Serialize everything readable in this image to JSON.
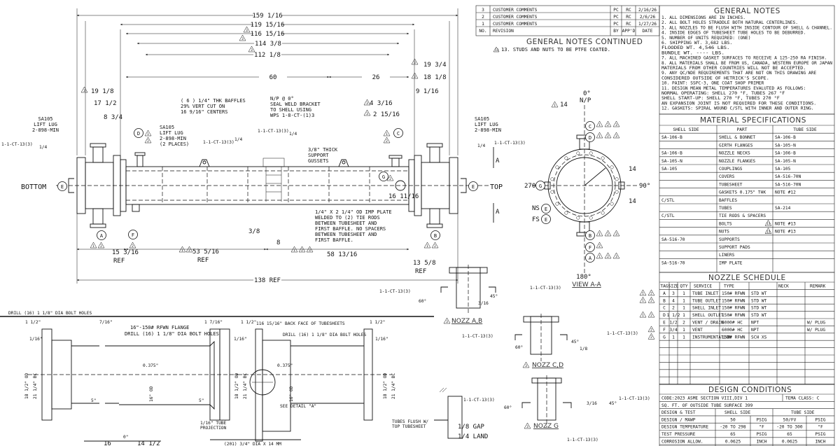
{
  "revisions": {
    "rows": [
      {
        "no": "3",
        "desc": "CUSTOMER COMMENTS",
        "by": "PC",
        "appd": "RC",
        "date": "2/16/26"
      },
      {
        "no": "2",
        "desc": "CUSTOMER COMMENTS",
        "by": "PC",
        "appd": "RC",
        "date": "2/6/26"
      },
      {
        "no": "1",
        "desc": "CUSTOMER COMMENTS",
        "by": "PC",
        "appd": "RC",
        "date": "1/27/26"
      }
    ],
    "header": {
      "no": "NO.",
      "desc": "REVISION",
      "by": "BY",
      "appd": "APP'D",
      "date": "DATE"
    }
  },
  "general_notes": {
    "title": "GENERAL NOTES",
    "lines": [
      "1. ALL DIMENSIONS ARE IN INCHES.",
      "2. ALL BOLT HOLES STRADDLE BOTH NATURAL CENTERLINES.",
      "3. ALL NOZZLES TO BE FLUSH WITH INSIDE CONTOUR OF SHELL & CHANNEL.",
      "4. INSIDE EDGES OF TUBESHEET TUBE HOLES TO BE DEBURRED.",
      "5. NUMBER OF UNITS REQUIRED: (ONE)",
      "6. SHIPPING WT. 3,682  LBS.",
      "   FLOODED WT. 4,546  LBS.",
      "   BUNDLE WT. ----  LBS.",
      "7. ALL MACHINED GASKET SURFACES TO RECEIVE A 125-250 RA FINISH.",
      "8. ALL MATERIALS SHALL BE FROM US, CANADA, WESTERN EUROPE OR JAPAN",
      "   MATERIALS FROM OTHER COUNTRIES WILL NOT BE ACCEPTED.",
      "9. ANY QC/NDE REQUIREMENTS THAT ARE NOT ON THIS DRAWING ARE",
      "   CONSIDERED OUTSIDE OF HETRICK'S SCOPE.",
      "10. PAINT: SSPC-3, ONE COAT SHOP PRIMER",
      "11. DESIGN MEAN METAL TEMPERATURES EVALUTED AS FOLLOWS:",
      "   NORMAL OPERATING: SHELL 270 °F, TUBES 267 °F",
      "   SHELL START-UP: SHELL 270 °F, TUBES 270 °F",
      "   AN EXPANSION JOINT IS NOT REQUIRED FOR THESE CONDITIONS.",
      "12. GASKETS: SPIRAL WOUND C/STL WITH INNER AND OUTER RING."
    ]
  },
  "general_notes_continued": {
    "title": "GENERAL NOTES CONTINUED",
    "line": "13. STUDS AND NUTS TO BE PTFE COATED."
  },
  "material_specs": {
    "title": "MATERIAL SPECIFICATIONS",
    "headers": [
      "SHELL SIDE",
      "PART",
      "TUBE SIDE"
    ],
    "rows": [
      [
        "SA-106-B",
        "SHELL & BONNET",
        "SA-106-B"
      ],
      [
        "",
        "GIRTH FLANGES",
        "SA-105-N"
      ],
      [
        "SA-106-B",
        "NOZZLE NECKS",
        "SA-106-B"
      ],
      [
        "SA-105-N",
        "NOZZLE FLANGES",
        "SA-105-N"
      ],
      [
        "SA-105",
        "COUPLINGS",
        "SA-105"
      ],
      [
        "",
        "COVERS",
        "SA-516-70N"
      ],
      [
        "",
        "TUBESHEET",
        "SA-516-70N"
      ],
      [
        "",
        "GASKETS  0.175\" THK",
        "NOTE #12"
      ],
      [
        "C/STL",
        "BAFFLES",
        ""
      ],
      [
        "",
        "TUBES",
        "SA-214"
      ],
      [
        "C/STL",
        "TIE RODS & SPACERS",
        ""
      ],
      [
        "",
        "BOLTS",
        "NOTE #13"
      ],
      [
        "",
        "NUTS",
        "NOTE #13"
      ],
      [
        "SA-516-70",
        "SUPPORTS",
        ""
      ],
      [
        "",
        "SUPPORT PADS",
        ""
      ],
      [
        "",
        "LINERS",
        ""
      ],
      [
        "SA-516-70",
        "IMP PLATE",
        ""
      ]
    ]
  },
  "nozzle_schedule": {
    "title": "NOZZLE SCHEDULE",
    "headers": [
      "TAG",
      "SIZE",
      "QTY",
      "SERVICE",
      "TYPE",
      "NECK",
      "REMARK"
    ],
    "rows": [
      [
        "A",
        "3",
        "1",
        "TUBE INLET",
        "150# RFWN",
        "STD WT",
        ""
      ],
      [
        "B",
        "4",
        "1",
        "TUBE OUTLET",
        "150# RFWN",
        "STD WT",
        ""
      ],
      [
        "C",
        "2",
        "1",
        "SHELL INLET",
        "150# RFWN",
        "STD WT",
        ""
      ],
      [
        "D",
        "1 1/2",
        "1",
        "SHELL OUTLET",
        "150# RFWN",
        "STD WT",
        ""
      ],
      [
        "E",
        "1/2",
        "2",
        "VENT / DRAIN",
        "6000# HC",
        "NPT",
        "W/ PLUG"
      ],
      [
        "F",
        "3/4",
        "1",
        "VENT",
        "6000# HC",
        "NPT",
        "W/ PLUG"
      ],
      [
        "G",
        "1",
        "1",
        "INSTRUMENTATION",
        "150# RFWN",
        "SCH XS",
        ""
      ]
    ]
  },
  "design_conditions": {
    "title": "DESIGN CONDITIONS",
    "code": "CODE:2023 ASME SECTION VIII,DIV 1",
    "tema": "TEMA CLASS: C",
    "surface": "SQ. FT. OF OUTSIDE TUBE SURFACE  399",
    "headers": [
      "DESIGN & TEST",
      "SHELL SIDE",
      "TUBE SIDE"
    ],
    "rows": [
      [
        "DESIGN / MAWP",
        "50",
        "PSIG",
        "50/FV",
        "PSIG"
      ],
      [
        "DESIGN TEMPERATURE",
        "-20 TO 298",
        "°F",
        "-20 TO 300",
        "°F"
      ],
      [
        "TEST PRESSURE",
        "65",
        "PSIG",
        "65",
        "PSIG"
      ],
      [
        "CORROSION ALLOW.",
        "0.0625",
        "INCH",
        "0.0625",
        "INCH"
      ]
    ]
  },
  "main_view": {
    "dims_top": [
      "159 1/16",
      "119 15/16",
      "116 15/16",
      "114 3/8",
      "112 1/8",
      "60",
      "26"
    ],
    "left_dims": [
      "19 1/8",
      "17 1/2",
      "8 3/4"
    ],
    "right_dims": [
      "19 3/4",
      "18 1/8",
      "9 1/16"
    ],
    "mid_dims": [
      "4 3/16",
      "2 15/16"
    ],
    "bottom_label": "BOTTOM",
    "top_label": "TOP",
    "baffles_note": [
      "( 6 )  1/4\" THK BAFFLES",
      "29% VERT  CUT ON",
      "16 9/16\" CENTERS"
    ],
    "np_note": [
      "N/P @ 0°",
      "SEAL WELD BRACKET",
      "TO SHELL USING",
      "WPS 1-8-CT-(1)3"
    ],
    "lift_lug_left": [
      "SA105",
      "LIFT LUG",
      "2-898-MIN"
    ],
    "lift_lug_mid": [
      "SA105",
      "LIFT LUG",
      "2-898-MIN",
      "(2 PLACES)"
    ],
    "lift_lug_right": [
      "SA105",
      "LIFT LUG",
      "2-898-MIN"
    ],
    "support_gussets": [
      "3/8\" THICK",
      "SUPPORT",
      "GUSSETS"
    ],
    "imp_plate": [
      "1/4\" X 2 1/4\" OD IMP PLATE",
      "WELDED TO (2) TIE RODS",
      "BETWEEN TUBESHEET AND",
      "FIRST BAFFLE. NO SPACERS",
      "BETWEEN TUBESHEET AND",
      "FIRST BAFFLE."
    ],
    "weld_ref": "1-1-CT-13(3)",
    "weld_size": "1/4",
    "dim_16_11": "16 11/16",
    "dim_3_8": "3/8",
    "dim_8": "8",
    "bottom_dims": [
      "15 3/16",
      "REF",
      "53 5/16",
      "REF",
      "58 13/16",
      "13 5/8",
      "REF"
    ],
    "overall": "138 REF",
    "section_mark": "A"
  },
  "view_aa": {
    "label": "VIEW A-A",
    "angle_top": "0°",
    "np": "N/P",
    "angle_right": "90°",
    "angle_left": "270°",
    "angle_bottom": "180°",
    "dim_14a": "14",
    "dim_14b": "14",
    "dim_14c": "14",
    "ns": "NS",
    "fs": "FS"
  },
  "nozzle_details": {
    "ab": "NOZZ A,B",
    "cd": "NOZZ C,D",
    "g": "NOZZ G",
    "weld": "1-1-CT-13(3)",
    "angle60": "60°",
    "angle45": "45°",
    "frac316": "3/16",
    "frac18": "1/8",
    "gap": "1/8 GAP",
    "land": "1/4 LAND"
  },
  "lower_details": {
    "drill_left": "DRILL (16) 1 1/8\" DIA BOLT HOLES",
    "flange_note": "16\"-150# RFWN FLANGE",
    "drill_mid": "DRILL (16) 1 1/8\" DIA BOLT HOLES",
    "back_face": "116 15/16\" BACK FACE OF TUBESHEETS",
    "drill_right": "DRILL (16) 1 1/8\" DIA BOLT HOLES",
    "d112": "1 1/2\"",
    "d716": "7/16\"",
    "d116": "1/16\"",
    "d1716": "1 7/16\"",
    "d0375": "0.375\"",
    "d5": "5\"",
    "d16od": "16\" OD",
    "d1812": "18 1/2\" OD",
    "d2114": "21 1/4\" BC",
    "see_detail": "SEE DETAIL \"A\"",
    "tube_proj": [
      "1/16\" TUBE",
      "PROJECTION"
    ],
    "tubes_flush": [
      "TUBES FLUSH W/",
      "TOP TUBESHEET"
    ],
    "dim_16": "16",
    "dim_14": "14 1/2",
    "dim_0": "0\"",
    "bottom_partial": "(201) 3/4\" DIA X 14 MM"
  },
  "tags": [
    "A",
    "B",
    "C",
    "D",
    "E",
    "F",
    "G"
  ]
}
